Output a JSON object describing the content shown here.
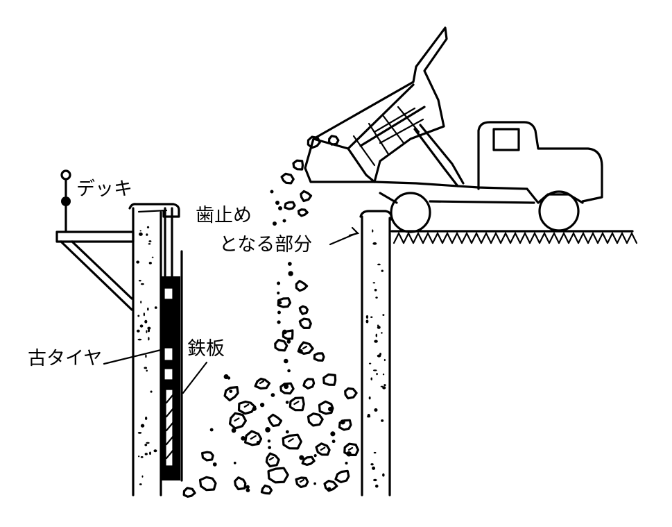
{
  "labels": {
    "jack": "デッキ",
    "stopper_line1": "歯止め",
    "stopper_line2": "となる部分",
    "old_tire": "古タイヤ",
    "steel_plate": "鉄板"
  }
}
